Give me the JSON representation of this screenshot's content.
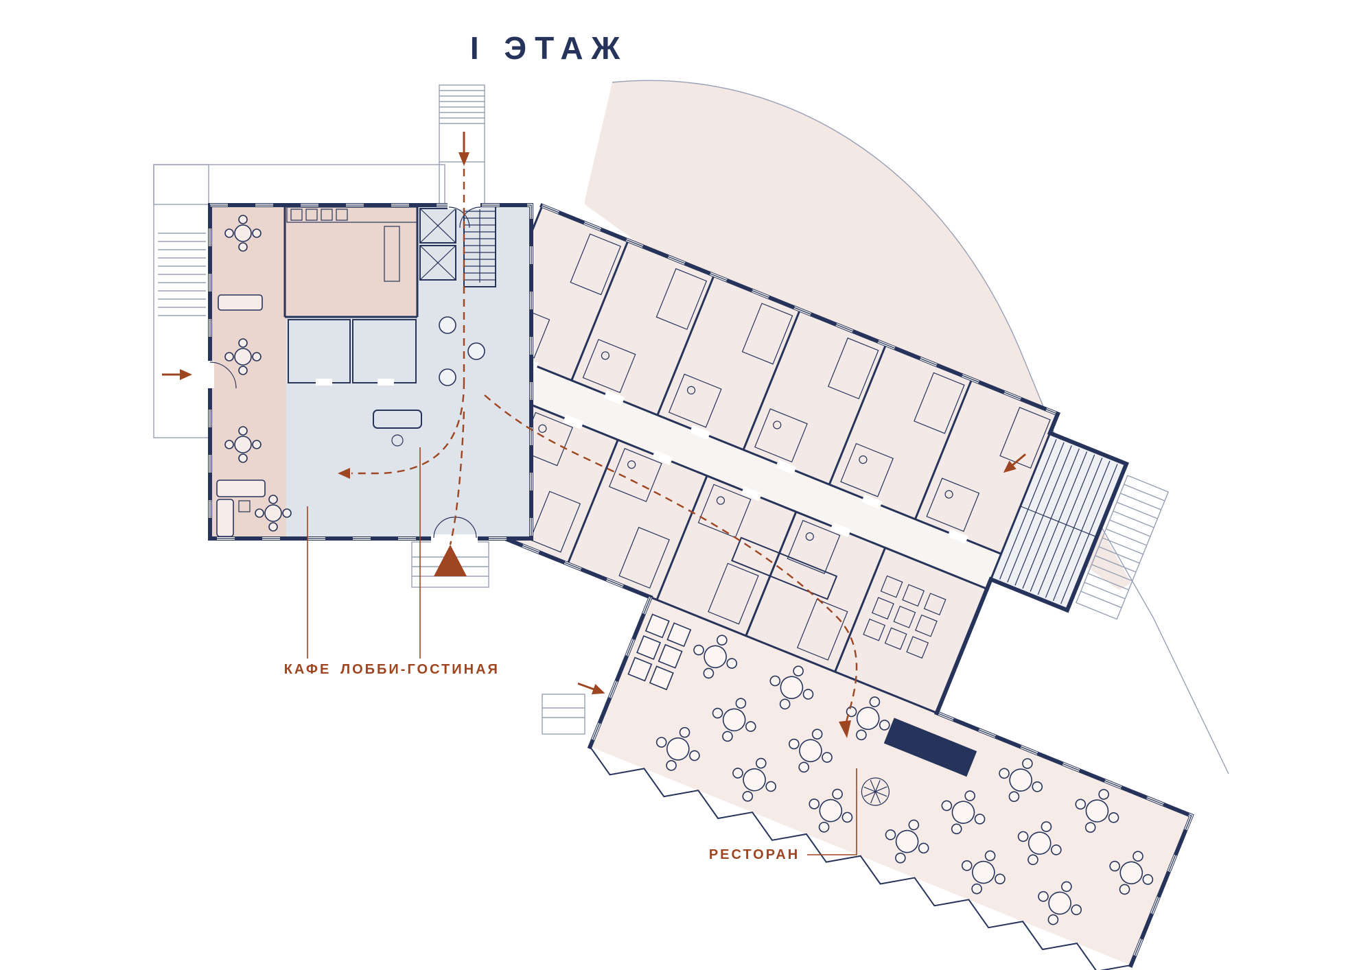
{
  "page": {
    "title": "I ЭТАЖ"
  },
  "plan": {
    "labels": {
      "cafe": "КАФЕ",
      "lobby": "ЛОББИ-ГОСТИНАЯ",
      "restaurant": "РЕСТОРАН"
    },
    "colors": {
      "walls_navy": "#26335a",
      "accent_terracotta": "#9e4522",
      "cafe_fill": "#ead6cf",
      "lobby_fill": "#dfe3ea",
      "rooms_fill": "#f3e9e6",
      "restaurant_fill": "#f6ebe7",
      "site_fill": "#f3e8e4"
    }
  }
}
